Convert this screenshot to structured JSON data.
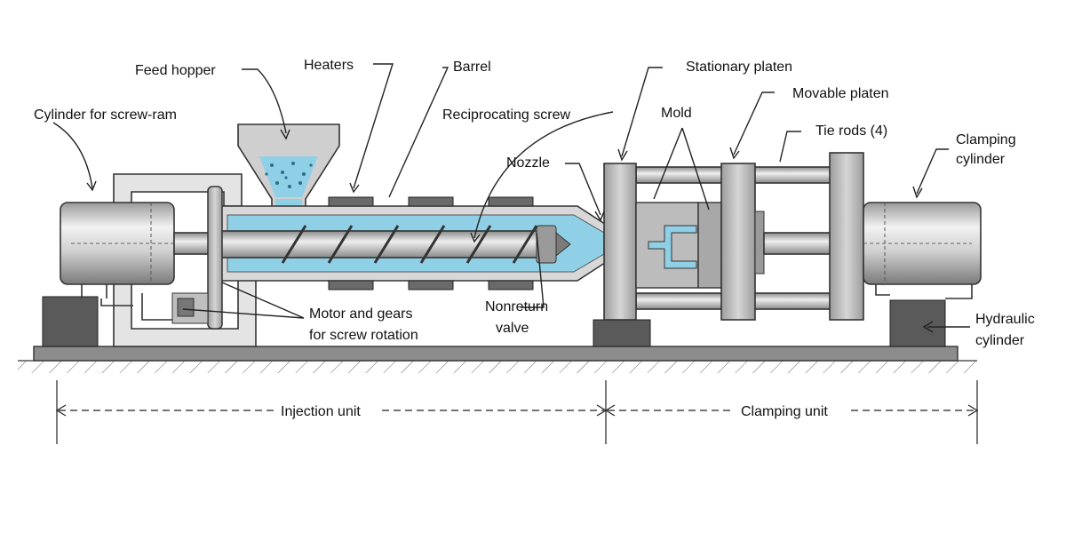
{
  "diagram": {
    "labels": {
      "feed_hopper": "Feed hopper",
      "heaters": "Heaters",
      "barrel": "Barrel",
      "stationary_platen": "Stationary platen",
      "movable_platen": "Movable platen",
      "cylinder_screw_ram": "Cylinder for screw-ram",
      "reciprocating_screw": "Reciprocating screw",
      "mold": "Mold",
      "tie_rods": "Tie rods (4)",
      "clamping_cylinder_1": "Clamping",
      "clamping_cylinder_2": "cylinder",
      "nozzle": "Nozzle",
      "nonreturn_valve_1": "Nonreturn",
      "nonreturn_valve_2": "valve",
      "motor_gears_1": "Motor and gears",
      "motor_gears_2": "for screw rotation",
      "hydraulic_cylinder_1": "Hydraulic",
      "hydraulic_cylinder_2": "cylinder",
      "injection_unit": "Injection unit",
      "clamping_unit": "Clamping unit"
    },
    "colors": {
      "melt": "#8fd0e6",
      "metal_light": "#dcdcdc",
      "metal_mid": "#b0b0b0",
      "metal_dark": "#555555",
      "line": "#222222"
    }
  }
}
